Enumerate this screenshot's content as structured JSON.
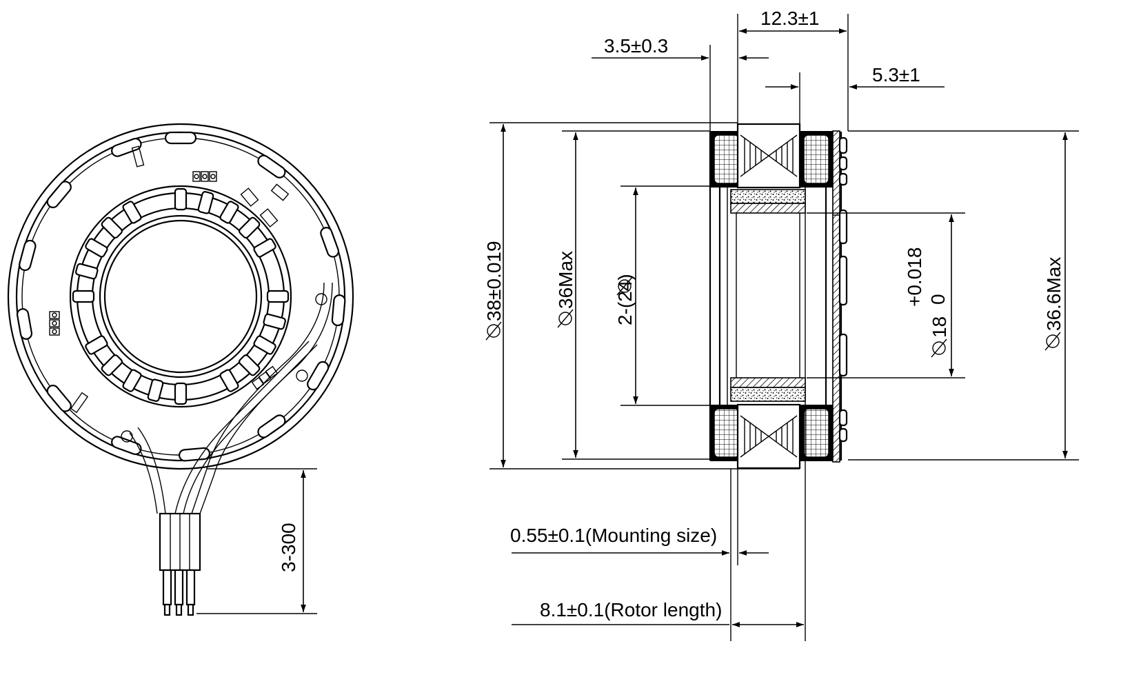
{
  "dimensions": {
    "overall_width": "12.3±1",
    "flange_thickness": "3.5±0.3",
    "rotor_overhang": "5.3±1",
    "outer_diameter": "38±0.019",
    "stator_max_diameter": "36Max",
    "pcb_max_diameter": "36.6Max",
    "bore_diameter": "2-(24)",
    "rotor_diameter_value": "18",
    "rotor_tol_upper": "+0.018",
    "rotor_tol_lower": "0",
    "mounting_size": "0.55±0.1(Mounting size)",
    "rotor_length": "8.1±0.1(Rotor length)",
    "lead_wires": "3-300"
  }
}
